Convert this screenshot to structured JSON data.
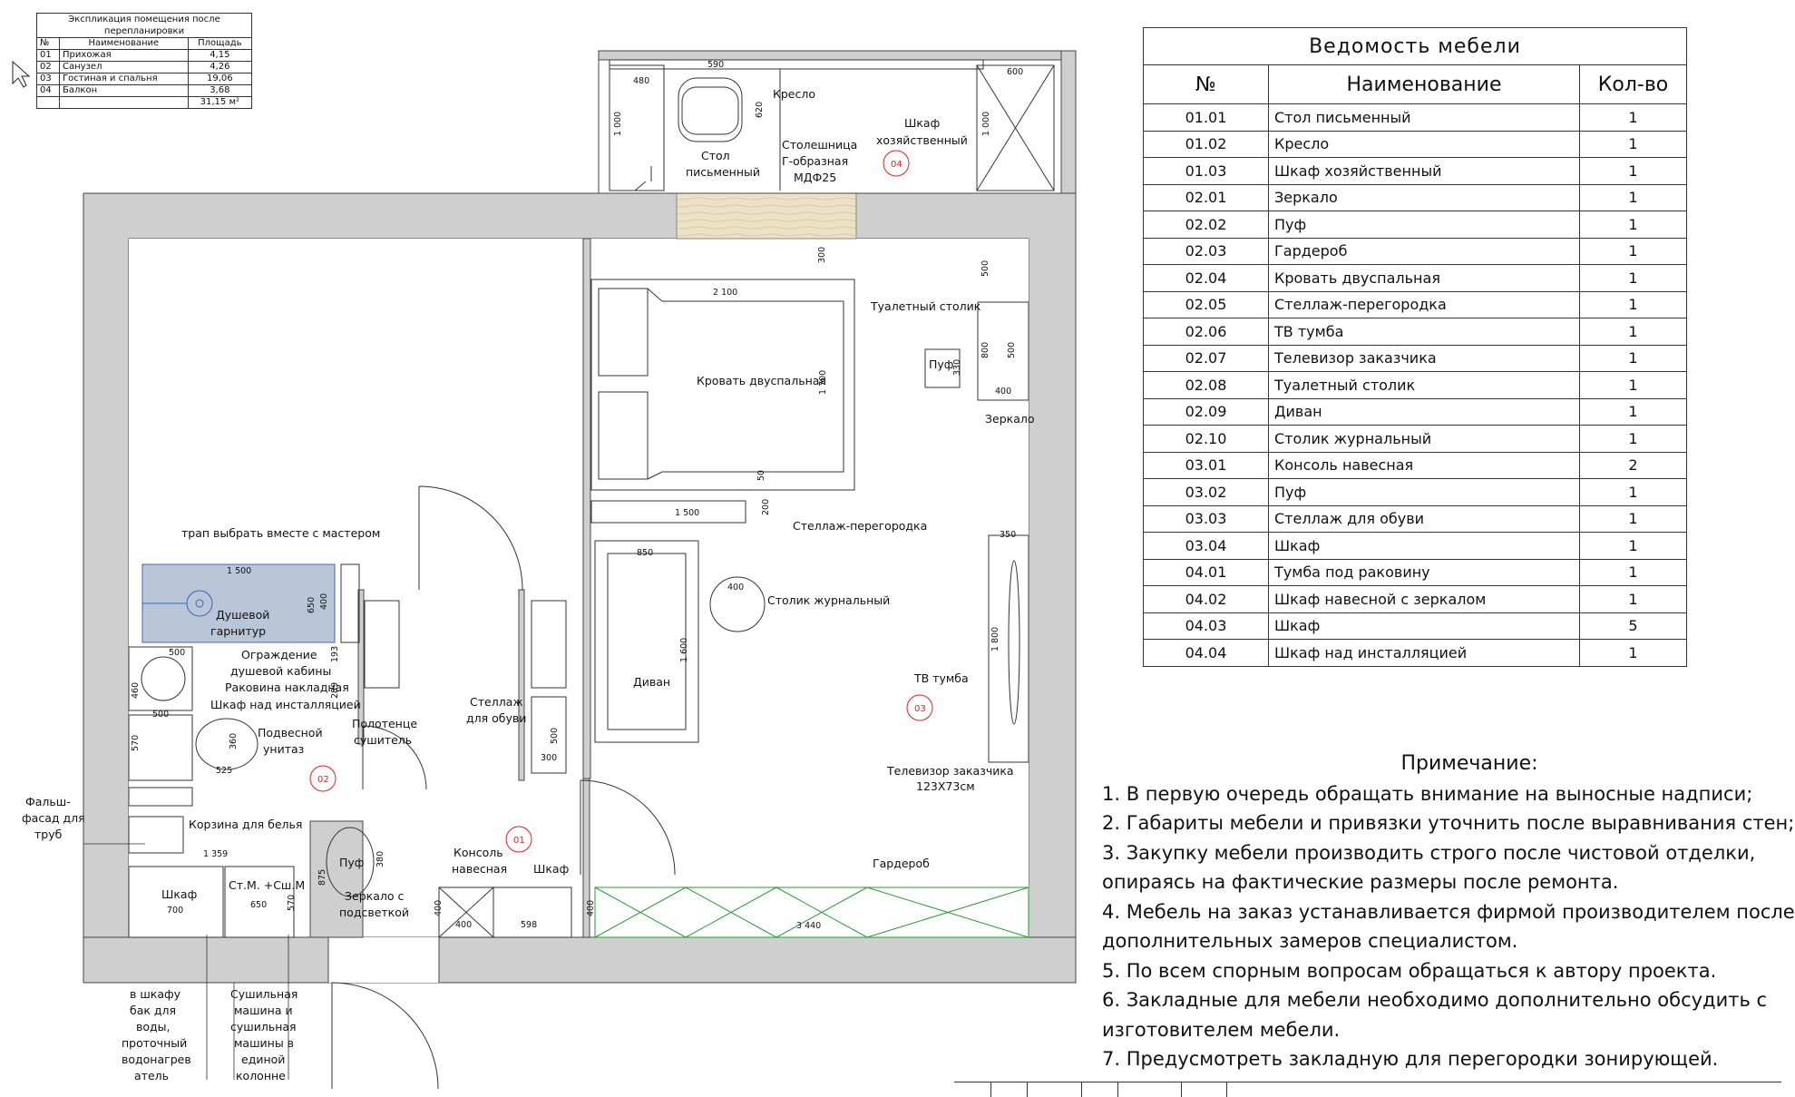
{
  "explication": {
    "title": "Экспликация помещения после перепланировки",
    "headers": [
      "№",
      "Наименование",
      "Площадь"
    ],
    "rows": [
      [
        "01",
        "Прихожая",
        "4,15"
      ],
      [
        "02",
        "Санузел",
        "4,26"
      ],
      [
        "03",
        "Гостиная и спальня",
        "19,06"
      ],
      [
        "04",
        "Балкон",
        "3,68"
      ],
      [
        "",
        "",
        "31,15 м²"
      ]
    ]
  },
  "furniture": {
    "title": "Ведомость мебели",
    "headers": [
      "№",
      "Наименование",
      "Кол-во"
    ],
    "rows": [
      [
        "01.01",
        "Стол письменный",
        "1"
      ],
      [
        "01.02",
        "Кресло",
        "1"
      ],
      [
        "01.03",
        "Шкаф хозяйственный",
        "1"
      ],
      [
        "02.01",
        "Зеркало",
        "1"
      ],
      [
        "02.02",
        "Пуф",
        "1"
      ],
      [
        "02.03",
        "Гардероб",
        "1"
      ],
      [
        "02.04",
        "Кровать двуспальная",
        "1"
      ],
      [
        "02.05",
        "Стеллаж-перегородка",
        "1"
      ],
      [
        "02.06",
        "ТВ тумба",
        "1"
      ],
      [
        "02.07",
        "Телевизор заказчика",
        "1"
      ],
      [
        "02.08",
        "Туалетный столик",
        "1"
      ],
      [
        "02.09",
        "Диван",
        "1"
      ],
      [
        "02.10",
        "Столик журнальный",
        "1"
      ],
      [
        "03.01",
        "Консоль навесная",
        "2"
      ],
      [
        "03.02",
        "Пуф",
        "1"
      ],
      [
        "03.03",
        "Стеллаж для обуви",
        "1"
      ],
      [
        "03.04",
        "Шкаф",
        "1"
      ],
      [
        "04.01",
        "Тумба под раковину",
        "1"
      ],
      [
        "04.02",
        "Шкаф навесной с зеркалом",
        "1"
      ],
      [
        "04.03",
        "Шкаф",
        "5"
      ],
      [
        "04.04",
        "Шкаф над инсталляцией",
        "1"
      ]
    ]
  },
  "notes": {
    "title": "Примечание:",
    "lines": [
      "1. В первую очередь обращать внимание на выносные надписи;",
      "2. Габариты мебели и привязки уточнить после выравнивания стен;",
      "3. Закупку мебели производить строго после чистовой отделки,",
      "опираясь на фактические размеры после ремонта.",
      "4. Мебель на заказ устанавливается фирмой производителем после",
      "дополнительных замеров специалистом.",
      "5. По всем спорным вопросам обращаться к автору проекта.",
      "6. Закладные для мебели необходимо дополнительно обсудить с",
      "изготовителем мебели.",
      "7. Предусмотреть закладную для перегородки зонирующей."
    ]
  },
  "plan": {
    "labels": {
      "armchair": "Кресло",
      "desk1": "Стол",
      "desk2": "письменный",
      "counter1": "Столешница",
      "counter2": "Г-образная",
      "counter3": "МДФ25",
      "utility1": "Шкаф",
      "utility2": "хозяйственный",
      "bed": "Кровать двуспальная",
      "dressing": "Туалетный столик",
      "pouf": "Пуф",
      "mirror": "Зеркало",
      "shelf_partition": "Стеллаж-перегородка",
      "coffee_table": "Столик журнальный",
      "sofa": "Диван",
      "tv_stand": "ТВ тумба",
      "tv1": "Телевизор заказчика",
      "tv2": "123Х73см",
      "wardrobe": "Гардероб",
      "drain": "трап выбрать вместе с мастером",
      "shower1": "Душевой",
      "shower2": "гарнитур",
      "screen1": "Ограждение",
      "screen2": "душевой кабины",
      "sink": "Раковина накладная",
      "cab_install": "Шкаф над инсталляцией",
      "toilet1": "Подвесной",
      "toilet2": "унитаз",
      "towel1": "Полотенце",
      "towel2": "сушитель",
      "shoe1": "Стеллаж",
      "shoe2": "для обуви",
      "false1": "Фальш-",
      "false2": "фасад для",
      "false3": "труб",
      "laundry": "Корзина для белья",
      "cab700": "Шкаф",
      "washer": "Ст.М. +Сш.М",
      "pouf2": "Пуф",
      "mirror_light1": "Зеркало с",
      "mirror_light2": "подсветкой",
      "console1": "Консоль",
      "console2": "навесная",
      "cab_hall": "Шкаф",
      "boiler": [
        "в шкафу",
        "бак для",
        "воды,",
        "проточный",
        "водонагрев",
        "атель"
      ],
      "dryer": [
        "Сушильная",
        "машина и",
        "сушильная",
        "машины в",
        "единой",
        "колонне"
      ]
    },
    "rooms": [
      "04",
      "03",
      "02",
      "01"
    ],
    "dims": {
      "d590": "590",
      "d480": "480",
      "d620": "620",
      "d600": "600",
      "d1000a": "1 000",
      "d1000b": "1 000",
      "d300": "300",
      "d2100": "2 100",
      "d1700": "1 700",
      "d50": "50",
      "d500": "500",
      "d800": "800",
      "d500b": "500",
      "d330": "330",
      "d400": "400",
      "d1500": "1 500",
      "d200": "200",
      "d350": "350",
      "d850": "850",
      "d1600": "1 600",
      "d400c": "400",
      "d1800": "1 800",
      "d1500b": "1 500",
      "d650": "650",
      "d400b": "400",
      "d193": "193",
      "d289": "289",
      "d500c": "500",
      "d460": "460",
      "d500d": "500",
      "d570": "570",
      "d360": "360",
      "d525": "525",
      "d1359": "1 359",
      "d700": "700",
      "d650b": "650",
      "d570b": "570",
      "d875": "875",
      "d380": "380",
      "d500e": "500",
      "d300b": "300",
      "d400d": "400",
      "d400e": "400",
      "d598": "598",
      "d3440": "3 440",
      "d400f": "400"
    }
  }
}
